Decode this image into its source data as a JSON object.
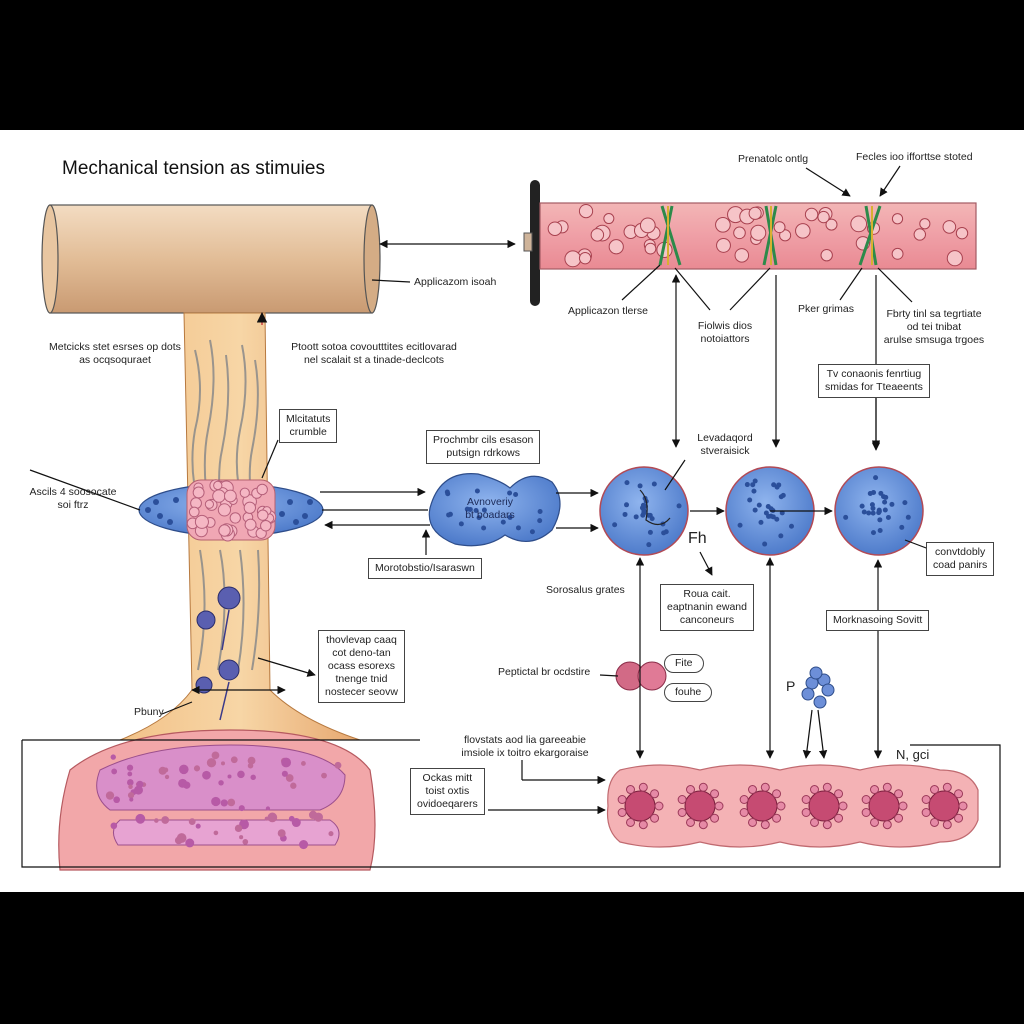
{
  "title": "Mechanical tension as stimuies",
  "labels": {
    "top_mid": "Prenatolc ontlg",
    "top_right": "Fecles ioo ifforttse stoted",
    "applicazom": "Applicazom isoah",
    "left_a_1": "Metcicks stet esrses op dots",
    "left_a_2": "as ocqsoquraet",
    "mid_a_1": "Ptoott sotoa covoutttites ecitlovarad",
    "mid_a_2": "nel scalait st a tinade-declcots",
    "applicazon_tlerse": "Applicazon tlerse",
    "fiolwis_1": "Fiolwis dios",
    "fiolwis_2": "notoiattors",
    "pker": "Pker grimas",
    "fbrty_1": "Fbrty tinl sa tegrtiate",
    "fbrty_2": "od tei tnibat",
    "fbrty_3": "arulse smsuga trgoes",
    "ascils_1": "Ascils 4 soosocate",
    "ascils_2": "soi ftrz",
    "levadated_1": "Levadaqord",
    "levadated_2": "stveraisick",
    "fh": "Fh",
    "sorosalus": "Sorosalus grates",
    "peptical": "Peptictal br ocdstire",
    "pbuny": "Pbuny",
    "flovstats_1": "flovstats aod lia gareeabie",
    "flovstats_2": "imsiole ix toitro ekargoraise",
    "p_label": "P",
    "nqci": "N, gci"
  },
  "boxes": {
    "mctatuts_1": "Mlcitatuts",
    "mctatuts_2": "crumble",
    "prochmbr_1": "Prochmbr cils esason",
    "prochmbr_2": "putsign rdrkows",
    "morotobstio": "Morotobstio/Isaraswn",
    "avrovory_1": "Avnoveriy",
    "avrovory_2": "bt boadars",
    "tv_1": "Tv conaonis fenrtiug",
    "tv_2": "smidas for Tteaeents",
    "convtdobly_1": "convtdobly",
    "convtdobly_2": "coad panirs",
    "roua_1": "Roua cait.",
    "roua_2": "eaptnanin ewand",
    "roua_3": "canconeurs",
    "morknasing": "Morknasoing Sovitt",
    "thovlevap_1": "thovlevap caaq",
    "thovlevap_2": "cot deno-tan",
    "thovlevap_3": "ocass esorexs",
    "thovlevap_4": "tnenge tnid",
    "thovlevap_5": "nostecer seovw",
    "fite": "Fite",
    "fouhe": "fouhe",
    "ockas_1": "Ockas mitt",
    "ockas_2": "toist oxtis",
    "ockas_3": "ovidoeqarers"
  },
  "colors": {
    "cylinder": "#e9c9a6",
    "muscle": "#e98a93",
    "cell_blue": "#5b88d6",
    "tissue_pink": "#f1a6b0",
    "nucleus": "#b33a62"
  }
}
